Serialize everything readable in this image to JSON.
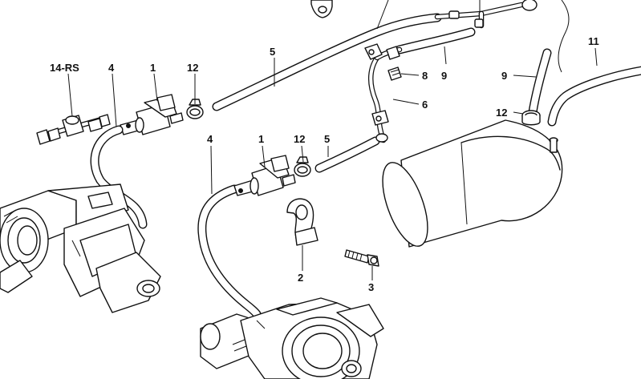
{
  "callouts": {
    "c_14rs": "14-RS",
    "c_4a": "4",
    "c_1a": "1",
    "c_12a": "12",
    "c_5a": "5",
    "c_8": "8",
    "c_9a": "9",
    "c_6": "6",
    "c_11": "11",
    "c_9b": "9",
    "c_12b": "12",
    "c_4b": "4",
    "c_1b": "1",
    "c_12c": "12",
    "c_5b": "5",
    "c_2": "2",
    "c_3": "3"
  }
}
